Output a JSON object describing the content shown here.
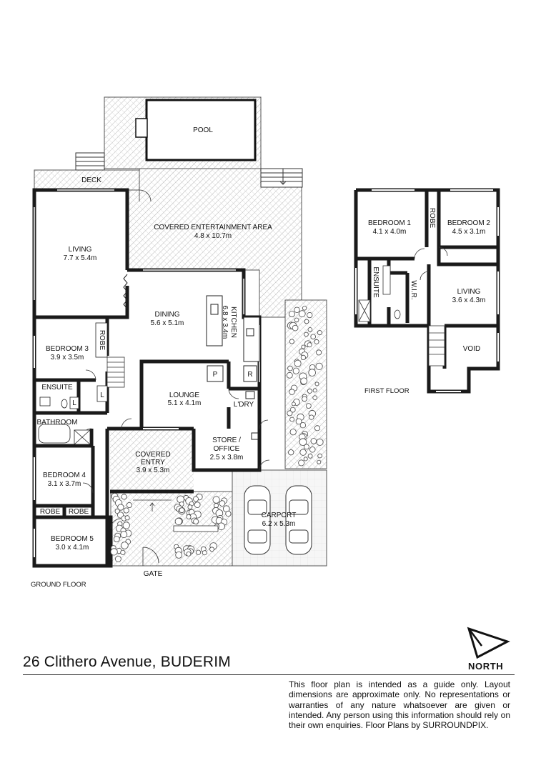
{
  "address": "26 Clithero Avenue, BUDERIM",
  "disclaimer": "This floor plan is intended as a guide only. Layout dimensions are approximate only. No representations or warranties of any nature whatsoever are given or intended. Any person using this information should rely on their own enquiries. Floor Plans by  SURROUNDPIX.",
  "north_label": "NORTH",
  "colors": {
    "wall": "#1a1a1a",
    "hatch": "#9a9a9a",
    "paving": "#f2f2f2"
  },
  "ground_floor": {
    "label": "GROUND FLOOR",
    "rooms": {
      "pool": {
        "name": "POOL"
      },
      "deck": {
        "name": "DECK"
      },
      "entertainment": {
        "name": "COVERED ENTERTAINMENT AREA",
        "size": "4.8 x 10.7m"
      },
      "living": {
        "name": "LIVING",
        "size": "7.7 x 5.4m"
      },
      "dining": {
        "name": "DINING",
        "size": "5.6 x 5.1m"
      },
      "kitchen": {
        "name": "KITCHEN",
        "size": "6.8 x 3.4m"
      },
      "bedroom3": {
        "name": "BEDROOM 3",
        "size": "3.9 x 3.5m"
      },
      "robe3": {
        "name": "ROBE"
      },
      "ensuite": {
        "name": "ENSUITE"
      },
      "linen1": {
        "name": "L"
      },
      "linen2": {
        "name": "L"
      },
      "bathroom": {
        "name": "BATHROOM"
      },
      "lounge": {
        "name": "LOUNGE",
        "size": "5.1 x 4.1m"
      },
      "pantry": {
        "name": "P"
      },
      "fridge": {
        "name": "R"
      },
      "laundry": {
        "name": "L'DRY"
      },
      "store": {
        "name": "STORE /",
        "name2": "OFFICE",
        "size": "2.5 x 3.8m"
      },
      "covered_entry": {
        "name": "COVERED",
        "name2": "ENTRY",
        "size": "3.9 x 5.3m"
      },
      "bedroom4": {
        "name": "BEDROOM 4",
        "size": "3.1 x 3.7m"
      },
      "robe4a": {
        "name": "ROBE"
      },
      "robe4b": {
        "name": "ROBE"
      },
      "bedroom5": {
        "name": "BEDROOM 5",
        "size": "3.0 x 4.1m"
      },
      "carport": {
        "name": "CARPORT",
        "size": "6.2 x 5.3m"
      },
      "gate": {
        "name": "GATE"
      }
    }
  },
  "first_floor": {
    "label": "FIRST FLOOR",
    "rooms": {
      "bedroom1": {
        "name": "BEDROOM 1",
        "size": "4.1 x 4.0m"
      },
      "robe": {
        "name": "ROBE"
      },
      "bedroom2": {
        "name": "BEDROOM 2",
        "size": "4.5 x 3.1m"
      },
      "ensuite": {
        "name": "ENSUITE"
      },
      "wir": {
        "name": "W.I.R."
      },
      "living": {
        "name": "LIVING",
        "size": "3.6 x 4.3m"
      },
      "void": {
        "name": "VOID"
      }
    }
  }
}
